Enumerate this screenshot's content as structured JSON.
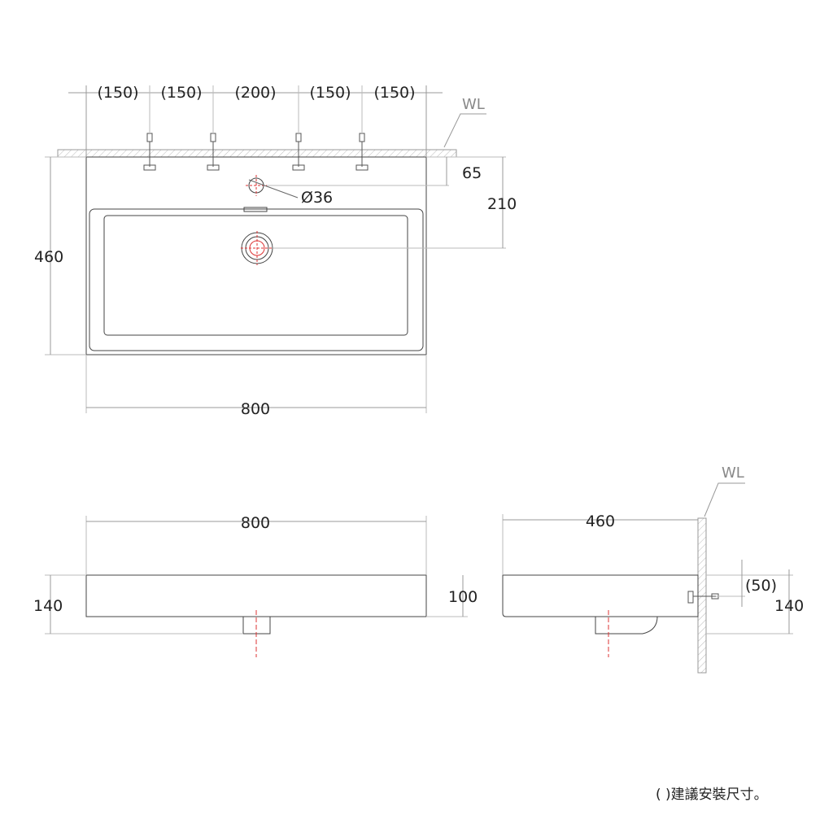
{
  "top_view": {
    "spacings": [
      "(150)",
      "(150)",
      "(200)",
      "(150)",
      "(150)"
    ],
    "wall_label": "WL",
    "offset_65": "65",
    "offset_210": "210",
    "hole_diameter": "Ø36",
    "depth": "460",
    "width": "800"
  },
  "front_view": {
    "width": "800",
    "height": "140",
    "body_height": "100"
  },
  "side_view": {
    "depth": "460",
    "wall_label": "WL",
    "offset_50": "(50)",
    "height": "140"
  },
  "note": "( )建議安裝尺寸。"
}
